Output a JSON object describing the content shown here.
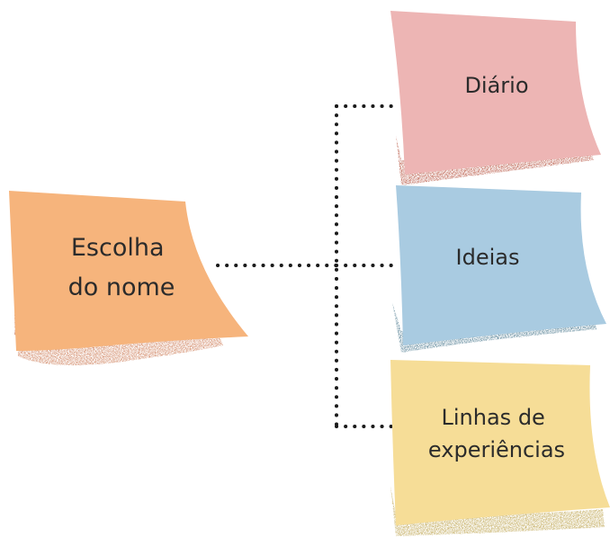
{
  "diagram": {
    "root": {
      "lines": [
        "Escolha",
        "do nome"
      ]
    },
    "branches": [
      {
        "lines": [
          "Diário"
        ]
      },
      {
        "lines": [
          "Ideias"
        ]
      },
      {
        "lines": [
          "Linhas de",
          "experiências"
        ]
      }
    ]
  },
  "colors": {
    "root_note": "#F6B47C",
    "root_shadow": "#C9724A",
    "diario_note": "#EDB5B4",
    "diario_shadow": "#B0442F",
    "ideias_note": "#A9CBE1",
    "ideias_shadow": "#3E6F86",
    "linhas_note": "#F6DD97",
    "linhas_shadow": "#B79B3E",
    "connector": "#1a1a1a",
    "text": "#2b2b2b"
  }
}
